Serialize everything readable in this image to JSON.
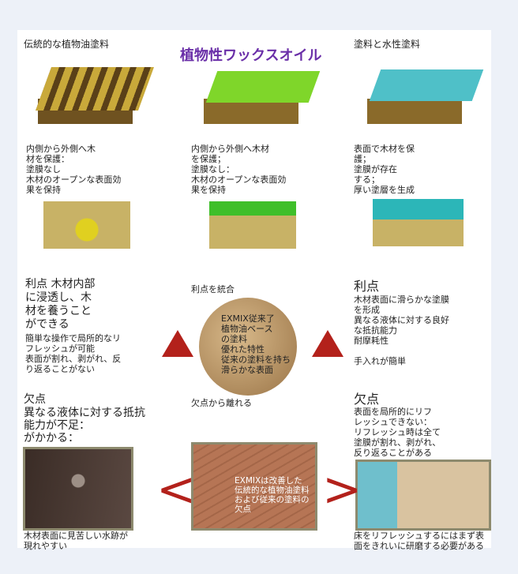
{
  "title": "植物性ワックスオイル",
  "columns": [
    {
      "heading": "伝統的な植物油塗料",
      "desc": "内側から外側へ木\n材を保護：\n塗膜なし\n木材のオープンな表面効\n果を保持",
      "pros_title": "利点 木材内部\nに浸透し、木\n材を養うこと\nができる",
      "pros": "簡単な操作で局所的なリ\nフレッシュが可能\n表面が割れ、剥がれ、反\nり返ることがない",
      "cons_title": "欠点",
      "cons": "異なる液体に対する抵抗\n能力が不足：\nがかかる：",
      "caption": "木材表面に見苦しい水跡が\n現れやすい"
    },
    {
      "heading": "",
      "desc": "内側から外側へ木材\nを保護；\n塗膜なし：\n木材のオープンな表面効\n果を保持",
      "pros_title": "利点を統合",
      "circle": "EXMIX従来了\n植物油ベース\nの塗料\n優れた特性\n従来の塗料を持ち\n滑らかな表面",
      "cons_title": "欠点から離れる",
      "overlay": "EXMIXは改善した\n伝統的な植物油塗料\nおよび従来の塗料の\n欠点"
    },
    {
      "heading": "塗料と水性塗料",
      "desc": "表面で木材を保\n護；\n塗膜が存在\nする；\n厚い塗層を生成",
      "pros_title": "利点",
      "pros": "木材表面に滑らかな塗膜\nを形成\n異なる液体に対する良好\nな抵抗能力\n耐摩耗性\n\n手入れが簡単",
      "cons_title": "欠点",
      "cons": "表面を局所的にリフ\nレッシュできない：\nリフレッシュ時は全て\n塗膜が割れ、剥がれ、\n反り返ることがある",
      "caption": "床をリフレッシュするにはまず表\n面をきれいに研磨する必要がある"
    }
  ]
}
